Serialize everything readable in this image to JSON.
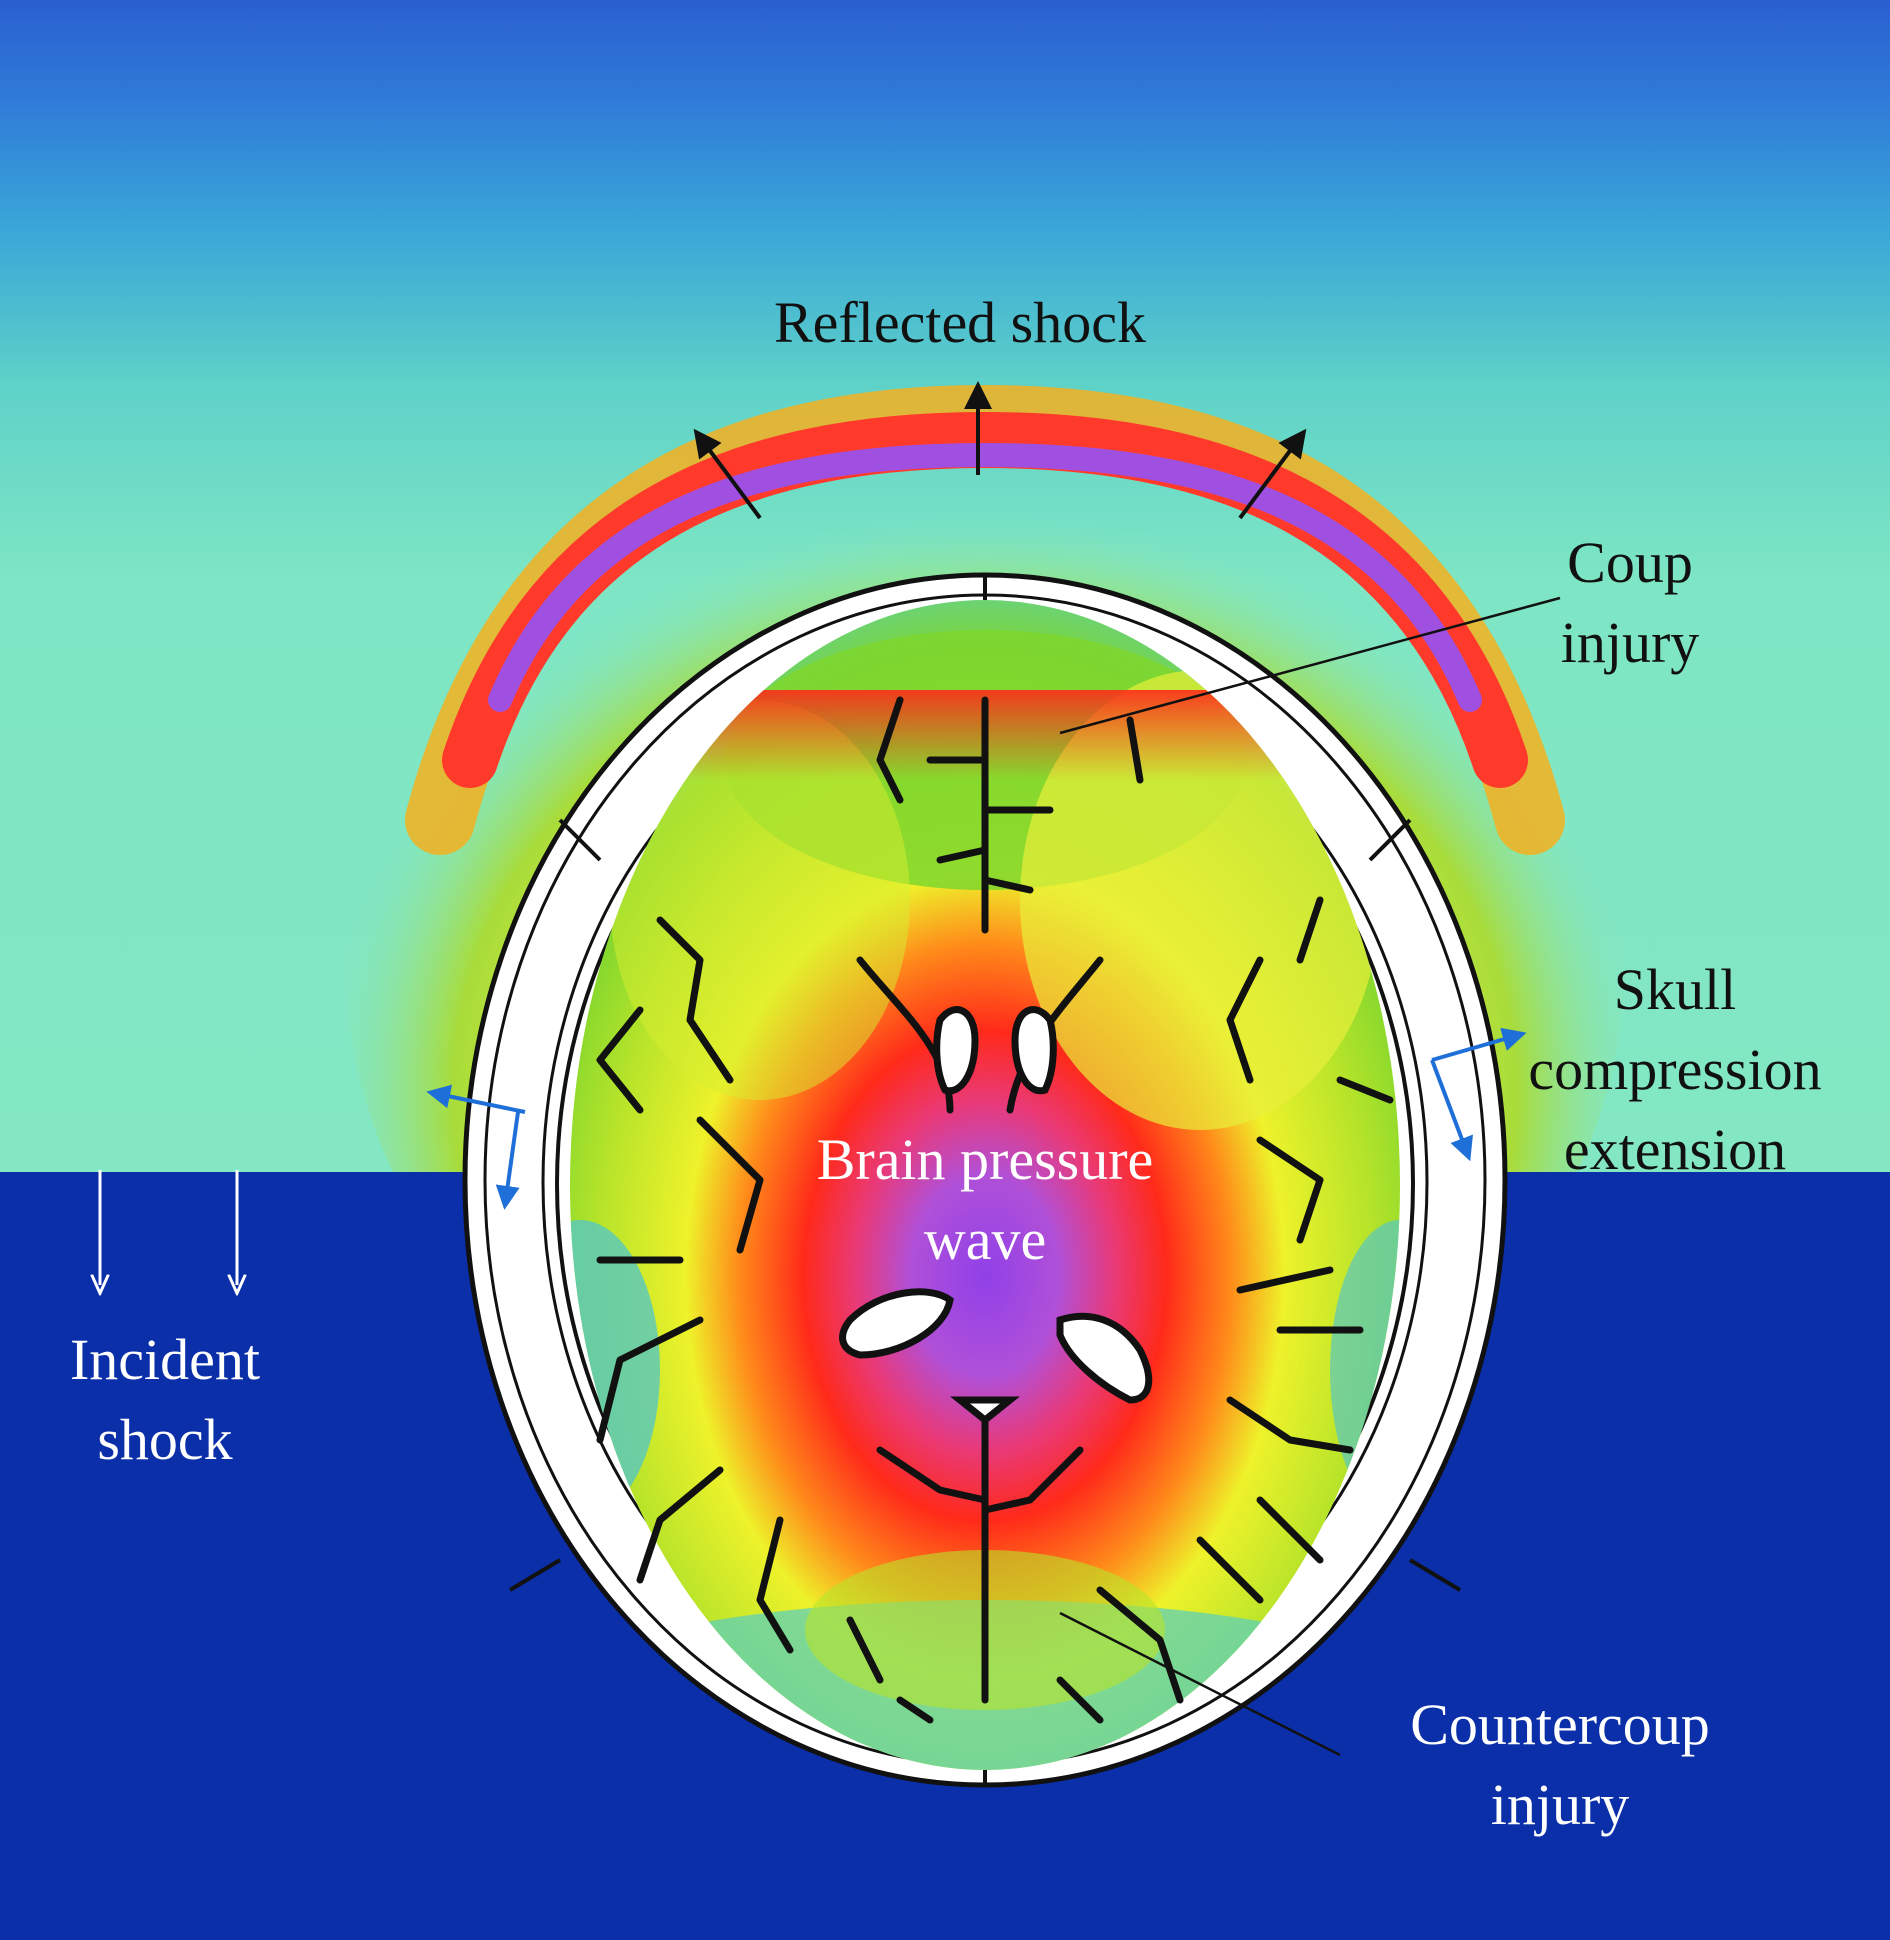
{
  "labels": {
    "reflected_shock": "Reflected shock",
    "coup_line1": "Coup",
    "coup_line2": "injury",
    "skull_line1": "Skull",
    "skull_line2": "compression",
    "skull_line3": "extension",
    "brain_line1": "Brain pressure",
    "brain_line2": "wave",
    "incident_line1": "Incident",
    "incident_line2": "shock",
    "countercoup_line1": "Countercoup",
    "countercoup_line2": "injury"
  },
  "colors": {
    "background_high": "#3a8ce0",
    "background_mid": "#7ee6c4",
    "incident_region": "#0b2fa8",
    "shock_band": "#a050e0",
    "pressure_red": "#ff2a1a",
    "pressure_yellow": "#eef22a",
    "pressure_green": "#86d22a",
    "skull_fill": "#ffffff",
    "sulci_outline": "#111111",
    "arrow_blue": "#1f6fd8"
  }
}
